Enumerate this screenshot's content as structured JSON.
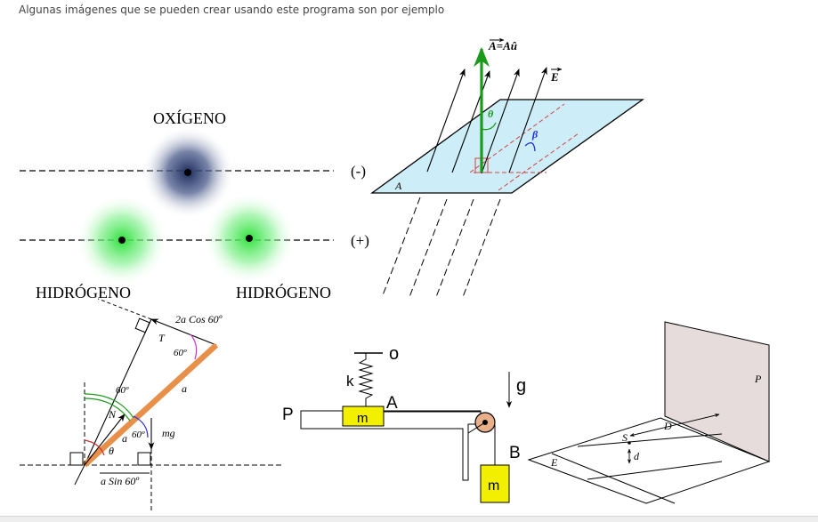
{
  "intro_text": "Algunas imágenes que se pueden crear usando este programa son por ejemplo",
  "water": {
    "oxygen_label": "OXÍGENO",
    "hydrogen_left_label": "HIDRÓGENO",
    "hydrogen_right_label": "HIDRÓGENO",
    "minus_label": "(-)",
    "plus_label": "(+)"
  },
  "flux": {
    "area_vector_label": "A=Aû",
    "field_label": "E",
    "theta_label": "θ",
    "beta_label": "β",
    "plane_label": "A"
  },
  "ladder": {
    "cos_label": "2a Cos 60º",
    "t_label": "T",
    "angle_top_label": "60º",
    "a_upper_label": "a",
    "angle_left_label": "60º",
    "n_label": "N",
    "mg_label": "mg",
    "angle_mid_label": "60º",
    "a_lower_label": "a",
    "theta_label": "θ",
    "sin_label": "a Sin 60º"
  },
  "pulley": {
    "o_label": "o",
    "k_label": "k",
    "g_label": "g",
    "p_label": "P",
    "a_label": "A",
    "b_label": "B",
    "mass_a_label": "m",
    "mass_b_label": "m"
  },
  "mirror": {
    "p_label": "P",
    "d_upper_label": "D",
    "s_label": "S",
    "d_lower_label": "d",
    "e_label": "E"
  },
  "colors": {
    "oxygen": "#1a2a5a",
    "hydrogen": "#2ee03a",
    "green_vector": "#1a9a1a",
    "plane_fill": "#cdeef8",
    "ladder": "#e8904a",
    "mass": "#f2f000",
    "mirror_wall": "#e7dcdc"
  }
}
